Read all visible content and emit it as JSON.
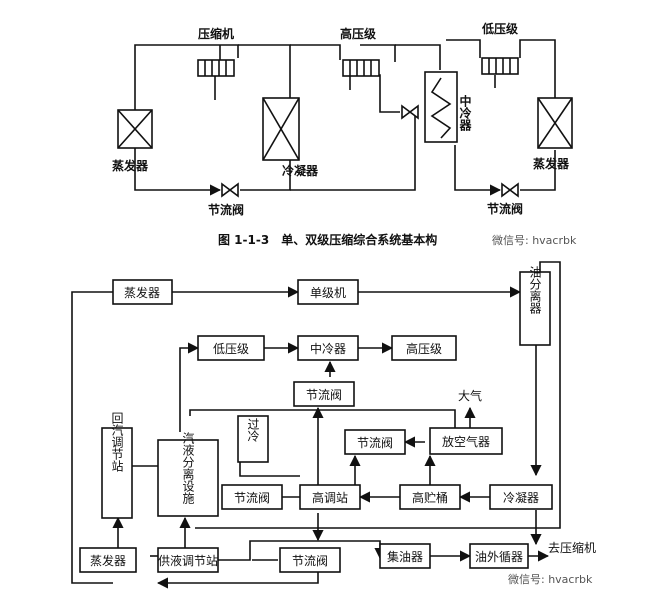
{
  "top": {
    "caption": "图 1-1-3　单、双级压缩综合系统基本构",
    "labels": {
      "compressor": "压缩机",
      "high_stage": "高压级",
      "low_stage": "低压级",
      "intercooler": "中冷器",
      "evaporator_left": "蒸发器",
      "evaporator_right": "蒸发器",
      "condenser": "冷凝器",
      "throttle_left": "节流阀",
      "throttle_right": "节流阀"
    },
    "watermark": "微信号: hvacrbk"
  },
  "bottom": {
    "boxes": {
      "evaporator_top": "蒸发器",
      "single_stage": "单级机",
      "oil_separator": "油分离器",
      "low_stage": "低压级",
      "intercooler": "中冷器",
      "high_stage": "高压级",
      "throttle_mid": "节流阀",
      "return_gas_station": "回汽调节站",
      "gas_liquid_separator": "汽液分离设施",
      "subcool": "过冷",
      "throttle_2": "节流阀",
      "air_purger": "放空气器",
      "throttle_left": "节流阀",
      "high_regulating": "高调站",
      "high_receiver": "高贮桶",
      "condenser": "冷凝器",
      "evaporator_bottom": "蒸发器",
      "liquid_supply_station": "供液调节站",
      "throttle_bottom": "节流阀",
      "oil_collector": "集油器",
      "oil_external": "油外循器"
    },
    "labels": {
      "atmosphere": "大气",
      "to_compressor": "去压缩机"
    },
    "watermark": "微信号: hvacrbk"
  }
}
